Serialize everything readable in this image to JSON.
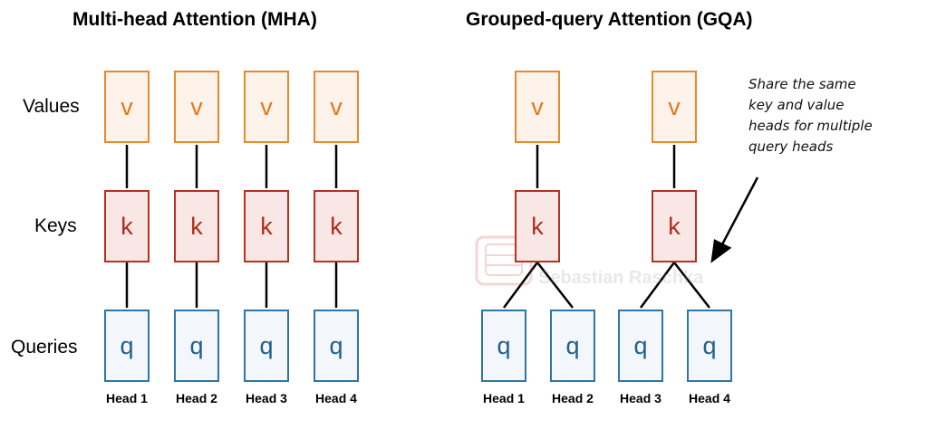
{
  "mha": {
    "title": "Multi-head Attention (MHA)",
    "row_labels": {
      "values": "Values",
      "keys": "Keys",
      "queries": "Queries"
    },
    "heads": [
      "Head 1",
      "Head 2",
      "Head 3",
      "Head 4"
    ],
    "value_glyphs": [
      "v",
      "v",
      "v",
      "v"
    ],
    "key_glyphs": [
      "k",
      "k",
      "k",
      "k"
    ],
    "query_glyphs": [
      "q",
      "q",
      "q",
      "q"
    ]
  },
  "gqa": {
    "title": "Grouped-query Attention (GQA)",
    "heads": [
      "Head 1",
      "Head 2",
      "Head 3",
      "Head 4"
    ],
    "value_glyphs": [
      "v",
      "v"
    ],
    "key_glyphs": [
      "k",
      "k"
    ],
    "query_glyphs": [
      "q",
      "q",
      "q",
      "q"
    ],
    "annotation": [
      "Share the same",
      "key and value",
      "heads for multiple",
      "query heads"
    ]
  },
  "watermark": "Sebastian Raschka",
  "colors": {
    "value_border": "#e8892c",
    "key_border": "#b53122",
    "query_border": "#2f76a8"
  }
}
